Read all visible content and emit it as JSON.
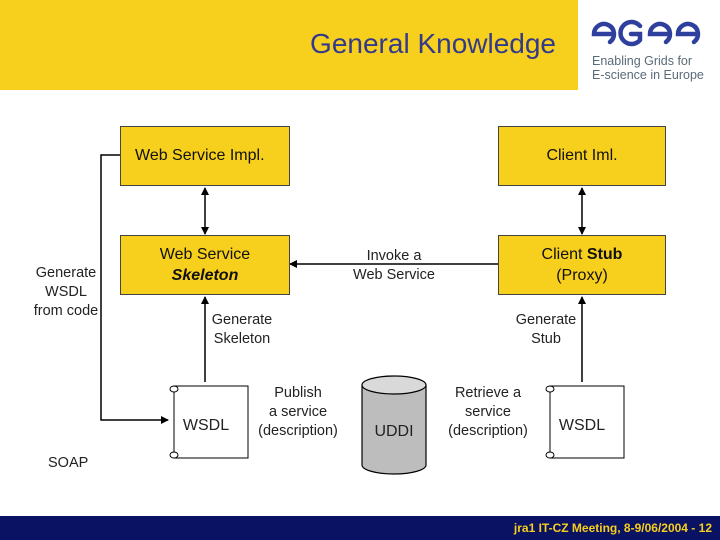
{
  "header": {
    "title": "General Knowledge",
    "logo": {
      "wordmark": "egee",
      "line1": "Enabling Grids for",
      "line2": "E-science in Europe",
      "color_blue": "#2e3f9e",
      "color_gray": "#5a6a78"
    }
  },
  "diagram": {
    "ws_impl": "Web Service Impl.",
    "client_impl": "Client Iml.",
    "ws_skeleton_line1": "Web Service",
    "ws_skeleton_line2": "Skeleton",
    "client_stub_prefix": "Client ",
    "client_stub_bold": "Stub",
    "client_stub_line2": "(Proxy)",
    "invoke_line1": "Invoke a",
    "invoke_line2": "Web Service",
    "gen_wsdl_line1": "Generate",
    "gen_wsdl_line2": "WSDL",
    "gen_wsdl_line3": "from code",
    "gen_skel_line1": "Generate",
    "gen_skel_line2": "Skeleton",
    "gen_stub_line1": "Generate",
    "gen_stub_line2": "Stub",
    "publish_line1": "Publish",
    "publish_line2": "a service",
    "publish_line3": "(description)",
    "retrieve_line1": "Retrieve a",
    "retrieve_line2": "service",
    "retrieve_line3": "(description)",
    "wsdl_left": "WSDL",
    "wsdl_right": "WSDL",
    "uddi": "UDDI",
    "soap": "SOAP"
  },
  "colors": {
    "accent_yellow": "#f7cf1d",
    "title_blue": "#333a8c",
    "footer_navy": "#0a1263",
    "cylinder_gray": "#bdbdbd"
  },
  "footer": {
    "text": "jra1 IT-CZ Meeting, 8-9/06/2004 - 12"
  }
}
